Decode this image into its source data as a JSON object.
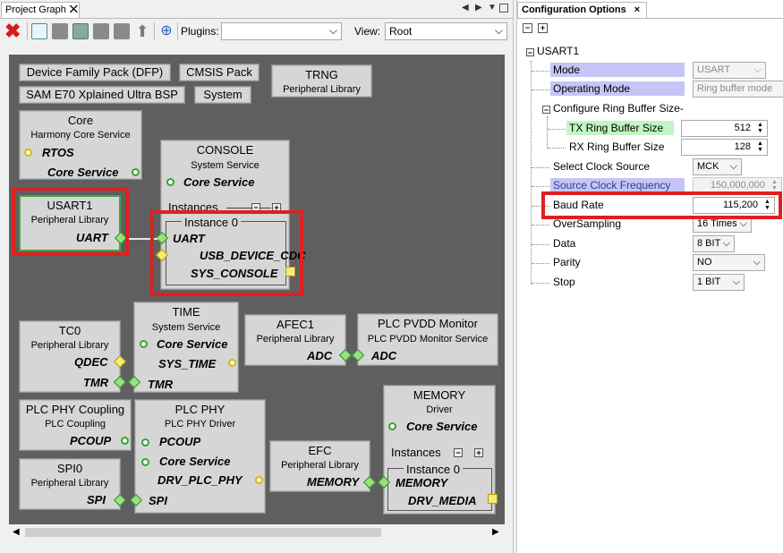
{
  "left_tab": {
    "label": "Project Graph",
    "close": "⨉"
  },
  "right_tab": {
    "label": "Configuration Options",
    "close": "×"
  },
  "toolbar": {
    "plugins_label": "Plugins:",
    "plugins_value": "",
    "view_label": "View:",
    "view_value": "Root"
  },
  "graph": {
    "top_buttons": [
      "Device Family Pack (DFP)",
      "CMSIS Pack",
      "SAM E70 Xplained Ultra BSP",
      "System"
    ],
    "trng": {
      "title": "TRNG",
      "sub": "Peripheral Library"
    },
    "core": {
      "title": "Core",
      "sub": "Harmony Core Service",
      "p1": "RTOS",
      "p2": "Core Service"
    },
    "usart1": {
      "title": "USART1",
      "sub": "Peripheral Library",
      "p1": "UART"
    },
    "console": {
      "title": "CONSOLE",
      "sub": "System Service",
      "p1": "Core Service",
      "instances": "Instances",
      "instance": "Instance 0",
      "i1": "UART",
      "i2": "USB_DEVICE_CDC",
      "i3": "SYS_CONSOLE"
    },
    "tc0": {
      "title": "TC0",
      "sub": "Peripheral Library",
      "p1": "QDEC",
      "p2": "TMR"
    },
    "time": {
      "title": "TIME",
      "sub": "System Service",
      "p1": "Core Service",
      "p2": "SYS_TIME",
      "p3": "TMR"
    },
    "afec1": {
      "title": "AFEC1",
      "sub": "Peripheral Library",
      "p1": "ADC"
    },
    "plcpvdd": {
      "title": "PLC PVDD Monitor",
      "sub": "PLC PVDD Monitor Service",
      "p1": "ADC"
    },
    "plccoupling": {
      "title": "PLC PHY Coupling",
      "sub": "PLC Coupling",
      "p1": "PCOUP"
    },
    "plcphy": {
      "title": "PLC PHY",
      "sub": "PLC PHY Driver",
      "p1": "PCOUP",
      "p2": "Core Service",
      "p3": "DRV_PLC_PHY",
      "p4": "SPI"
    },
    "spi0": {
      "title": "SPI0",
      "sub": "Peripheral Library",
      "p1": "SPI"
    },
    "efc": {
      "title": "EFC",
      "sub": "Peripheral Library",
      "p1": "MEMORY"
    },
    "memory": {
      "title": "MEMORY",
      "sub": "Driver",
      "p1": "Core Service",
      "instances": "Instances",
      "instance": "Instance 0",
      "i1": "MEMORY",
      "i2": "DRV_MEDIA"
    }
  },
  "config": {
    "root": "USART1",
    "rows": [
      {
        "label": "Mode",
        "value": "USART"
      },
      {
        "label": "Operating Mode",
        "value": "Ring buffer mode"
      },
      {
        "label": "Configure Ring Buffer Size-"
      },
      {
        "label": "TX Ring Buffer Size",
        "value": "512"
      },
      {
        "label": "RX Ring Buffer Size",
        "value": "128"
      },
      {
        "label": "Select Clock Source",
        "value": "MCK"
      },
      {
        "label": "Source Clock Frequency",
        "value": "150,000,000"
      },
      {
        "label": "Baud Rate",
        "value": "115,200"
      },
      {
        "label": "OverSampling",
        "value": "16 Times"
      },
      {
        "label": "Data",
        "value": "8 BIT"
      },
      {
        "label": "Parity",
        "value": "NO"
      },
      {
        "label": "Stop",
        "value": "1 BIT"
      }
    ]
  },
  "colors": {
    "highlight": "#e02020",
    "config_blue": "#c5c5f7",
    "config_green": "#c2f5c2",
    "canvas": "#5f5f5f"
  }
}
